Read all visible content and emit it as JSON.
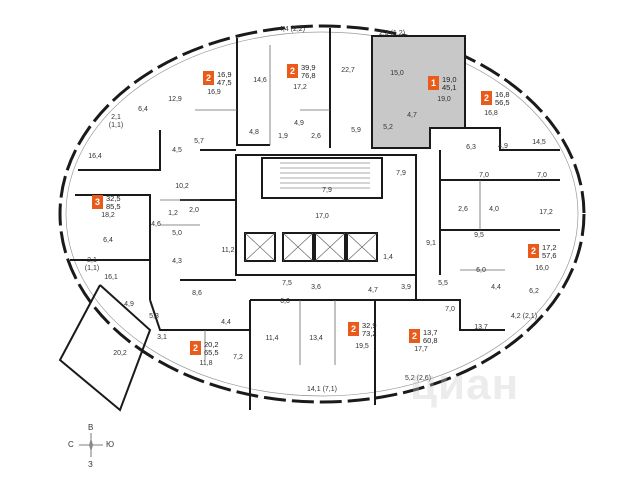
{
  "apartments": [
    {
      "rooms": "2",
      "a": "16,9",
      "b": "47,5"
    },
    {
      "rooms": "2",
      "a": "39,9",
      "b": "76,8"
    },
    {
      "rooms": "1",
      "a": "19,0",
      "b": "45,1"
    },
    {
      "rooms": "2",
      "a": "16,8",
      "b": "56,5"
    },
    {
      "rooms": "3",
      "a": "32,5",
      "b": "85,5"
    },
    {
      "rooms": "2",
      "a": "17,2",
      "b": "57,6"
    },
    {
      "rooms": "2",
      "a": "32,9",
      "b": "73,2"
    },
    {
      "rooms": "2",
      "a": "13,7",
      "b": "60,8"
    },
    {
      "rooms": "2",
      "a": "20,2",
      "b": "65,5"
    }
  ],
  "room_labels": [
    "4,4 (2,2)",
    "2,3 (1,2)",
    "14,6",
    "16,9",
    "17,2",
    "22,7",
    "15,0",
    "19,0",
    "16,8",
    "12,9",
    "6,4",
    "2,1",
    "(1,1)",
    "4,8",
    "4,9",
    "1,9",
    "2,6",
    "5,9",
    "5,2",
    "4,7",
    "5,7",
    "6,3",
    "4,9",
    "14,5",
    "16,4",
    "4,5",
    "7,9",
    "7,9",
    "10,2",
    "18,2",
    "7,0",
    "7,0",
    "2,0",
    "1,2",
    "4,6",
    "5,0",
    "2,6",
    "4,0",
    "17,2",
    "17,0",
    "6,4",
    "11,2",
    "9,1",
    "9,5",
    "2,1",
    "(1,1)",
    "4,3",
    "1,4",
    "16,1",
    "16,0",
    "6,0",
    "7,5",
    "3,6",
    "8,6",
    "6,0",
    "4,7",
    "3,9",
    "5,5",
    "4,4",
    "4,9",
    "6,2",
    "5,3",
    "4,2 (2,1)",
    "4,4",
    "3,1",
    "7,0",
    "13,7",
    "11,4",
    "13,4",
    "19,5",
    "17,7",
    "20,2",
    "11,8",
    "7,2",
    "5,2 (2,6)",
    "14,1 (7,1)"
  ],
  "compass": {
    "north": "В",
    "west": "С",
    "east": "Ю",
    "south": "З"
  },
  "watermark": "циан",
  "colors": {
    "accent": "#ea5a1a",
    "highlight": "#c8c8c8",
    "wall": "#1a1a1a"
  }
}
